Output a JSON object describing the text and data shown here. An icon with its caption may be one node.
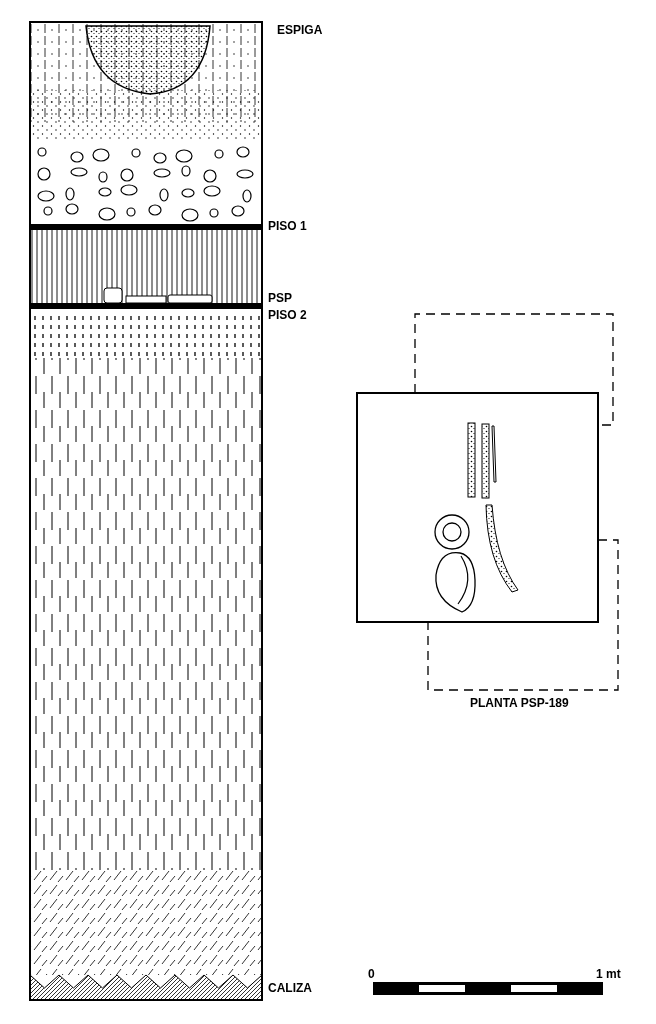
{
  "diagram": {
    "labels": [
      "ESPIGA",
      "PISO 1",
      "PSP",
      "PISO 2",
      "PLANTA PSP-189",
      "0",
      "1 mt",
      "CALIZA"
    ]
  }
}
